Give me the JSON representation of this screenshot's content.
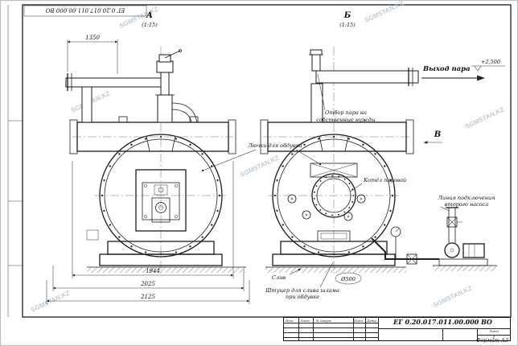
{
  "watermark": "SGMSTAN.KZ",
  "corner_stamp": "ЕГ 0.20.017.011.00.000 ВО",
  "format_label": "Формат А3",
  "views": {
    "a_label": "А",
    "a_scale": "(1:15)",
    "b_label": "Б",
    "b_scale": "(1:15)",
    "v_label": "В"
  },
  "annotations": {
    "steam_outlet": "Выход пара",
    "elevation": "+2,500",
    "steam_own_needs_1": "Отбор пара на",
    "steam_own_needs_2": "собственные нужды",
    "blow_hatches": "Лючки для обдувки",
    "boiler": "Котёл паровой",
    "pump_line_1": "Линия подключения",
    "pump_line_2": "второго насоса",
    "sludge_1": "Штуцер для слива шлама",
    "sludge_2": "при обдувке",
    "drain": "Слив",
    "drain_dia": "Ø500"
  },
  "dimensions": {
    "pipe_top": "1350",
    "vessel_width": "1944",
    "base_width": "2025",
    "total_width": "2125"
  },
  "title_block": {
    "doc_number": "ЕГ 0.20.017.011.00.000 ВО",
    "col_izm": "Изм.",
    "col_list": "Лист",
    "col_doc": "№ докум.",
    "col_sign": "Подп.",
    "col_date": "Дата",
    "sheet_label": "Лист",
    "sheet_value": "1"
  }
}
